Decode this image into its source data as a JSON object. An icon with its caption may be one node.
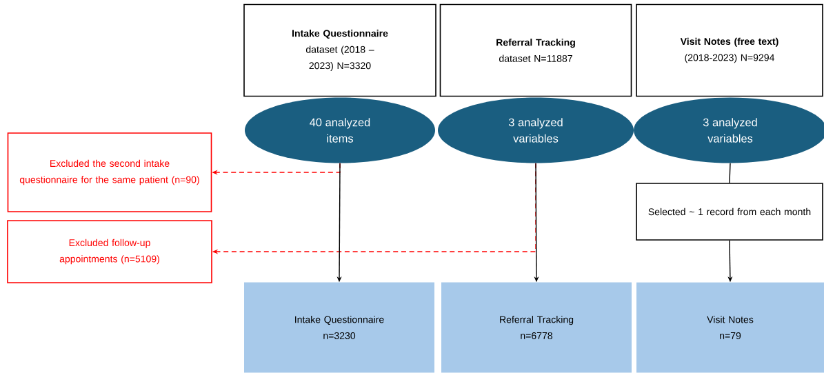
{
  "diagram": {
    "nodes": [
      {
        "text": [
          "Intake Questionnaire",
          "dataset (2018 – 2023) N=3320"
        ]
      },
      {
        "text": [
          "Referral Tracking",
          "dataset N=11887"
        ]
      },
      {
        "text": [
          "Visit Notes (free text)",
          "(2018-2023) N=9294"
        ]
      },
      {
        "text": [
          "40 analyzed items"
        ]
      },
      {
        "text": [
          "3 analyzed variables"
        ]
      },
      {
        "text": [
          "3 analyzed variables"
        ]
      },
      {
        "text": [
          "Excluded the second intake questionnaire for the same patient (n=90)"
        ]
      },
      {
        "text": [
          "Excluded follow-up appointments (n=5109)"
        ]
      },
      {
        "text": [
          "Selected ~ 1 record from each month"
        ]
      },
      {
        "text": [
          "Intake Questionnaire",
          "n=3230"
        ]
      },
      {
        "text": [
          "Referral Tracking",
          "n=6778"
        ]
      },
      {
        "text": [
          "Visit Notes",
          "n=79"
        ]
      }
    ],
    "edges": [
      {
        "from": 3,
        "to": 9,
        "arrow": "to"
      },
      {
        "from": 3,
        "to": 6,
        "arrow": "to",
        "style": "dashed",
        "color": "#ff0000"
      },
      {
        "from": 4,
        "to": 10,
        "arrow": "to"
      },
      {
        "from": 4,
        "to": 7,
        "arrow": "to",
        "style": "dashed",
        "color": "#ff0000"
      },
      {
        "from": 5,
        "to": 8,
        "arrow": "none"
      },
      {
        "from": 8,
        "to": 11,
        "arrow": "to"
      }
    ]
  }
}
